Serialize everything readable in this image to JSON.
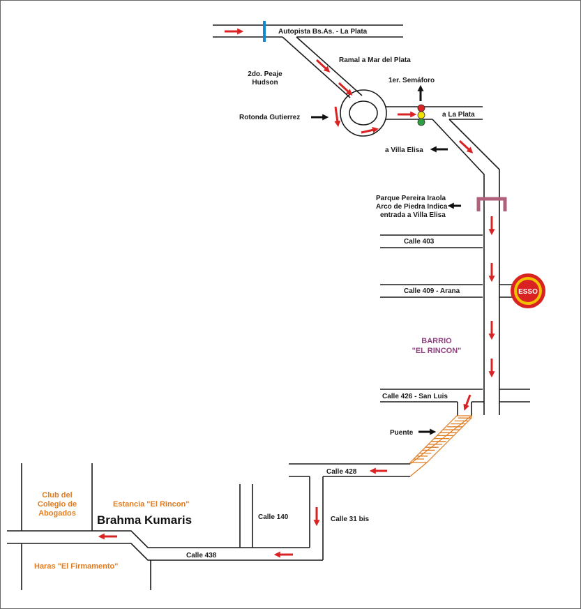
{
  "colors": {
    "arrow_red": "#d92323",
    "arrow_black": "#111111",
    "road_line": "#1a1a1a",
    "label_orange": "#e07b1f",
    "label_purple": "#8f3f7f",
    "toll_blue": "#1689cf",
    "arch_pink": "#b0607a",
    "bridge_orange": "#e07b1f",
    "esso_red": "#d92323",
    "esso_yellow": "#f2c200"
  },
  "labels": {
    "autopista": "Autopista Bs.As.  - La Plata",
    "ramal": "Ramal a Mar del Plata",
    "peaje_line1": "2do. Peaje",
    "peaje_line2": "Hudson",
    "semaforo": "1er. Semáforo",
    "rotonda": "Rotonda Gutierrez",
    "a_la_plata": "a La Plata",
    "a_villa_elisa": "a Villa Elisa",
    "parque_line1": "Parque Pereira Iraola",
    "parque_line2": "Arco de Piedra Indica",
    "parque_line3": "entrada a Villa Elisa",
    "calle_403": "Calle 403",
    "calle_409": "Calle 409 - Arana",
    "esso": "ESSO",
    "barrio_line1": "BARRIO",
    "barrio_line2": "\"EL RINCON\"",
    "calle_426": "Calle 426 - San Luis",
    "puente": "Puente",
    "calle_428": "Calle 428",
    "club_line1": "Club del",
    "club_line2": "Colegio de",
    "club_line3": "Abogados",
    "estancia": "Estancia  \"El Rincon\"",
    "brahma": "Brahma Kumaris",
    "calle_140": "Calle 140",
    "calle_31bis": "Calle 31 bis",
    "calle_438": "Calle 438",
    "haras": "Haras \"El Firmamento\""
  },
  "icons": {
    "direction_arrow": "arrow-icon",
    "traffic_light": "traffic-light-icon",
    "toll_marker": "toll-marker-icon",
    "arch": "arch-icon",
    "esso_logo": "esso-logo-icon",
    "bridge": "bridge-icon",
    "roundabout": "roundabout-icon"
  }
}
